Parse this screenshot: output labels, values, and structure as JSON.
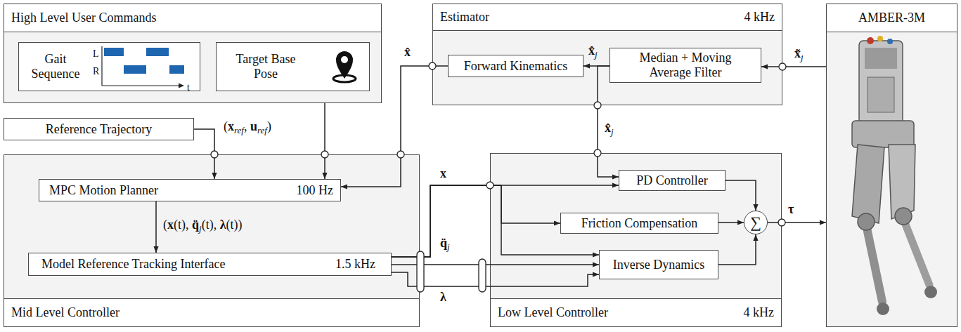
{
  "diagram": {
    "nodes": [
      {
        "text": [
          "High Level User Commands"
        ]
      },
      {
        "text": [
          "Gait Sequence"
        ],
        "in": 0
      },
      {
        "text": [
          "Target Base Pose"
        ],
        "in": 0
      },
      {
        "text": [
          "Estimator",
          "4 kHz"
        ]
      },
      {
        "text": [
          "Forward Kinematics"
        ],
        "in": 3
      },
      {
        "text": [
          "Median + Moving Average Filter"
        ],
        "in": 3
      },
      {
        "text": [
          "AMBER-3M"
        ]
      },
      {
        "text": [
          "Reference Trajectory"
        ]
      },
      {
        "text": [
          "Mid Level Controller"
        ]
      },
      {
        "text": [
          "MPC Motion Planner",
          "100 Hz"
        ],
        "in": 8
      },
      {
        "text": [
          "Model Reference Tracking Interface",
          "1.5 kHz"
        ],
        "in": 8
      },
      {
        "text": [
          "Low Level Controller",
          "4 kHz"
        ]
      },
      {
        "text": [
          "PD Controller"
        ],
        "in": 11
      },
      {
        "text": [
          "Friction Compensation"
        ],
        "in": 11
      },
      {
        "text": [
          "Inverse Dynamics"
        ],
        "in": 11
      },
      {
        "text": [
          "∑"
        ],
        "in": 11
      }
    ],
    "edges": [
      {
        "from": 7,
        "to": 9,
        "arrow": "to"
      },
      {
        "from": 0,
        "to": 9,
        "arrow": "to"
      },
      {
        "from": 4,
        "to": 9,
        "arrow": "to"
      },
      {
        "from": 9,
        "to": 10,
        "arrow": "to"
      },
      {
        "from": 6,
        "to": 5,
        "arrow": "to"
      },
      {
        "from": 5,
        "to": 4,
        "arrow": "to"
      },
      {
        "from": 5,
        "to": 12,
        "arrow": "to"
      },
      {
        "from": 10,
        "to": 12,
        "arrow": "to"
      },
      {
        "from": 10,
        "to": 13,
        "arrow": "to"
      },
      {
        "from": 10,
        "to": 14,
        "arrow": "to"
      },
      {
        "from": 10,
        "to": 14,
        "arrow": "to"
      },
      {
        "from": 10,
        "to": 14,
        "arrow": "to"
      },
      {
        "from": 12,
        "to": 15,
        "arrow": "to"
      },
      {
        "from": 13,
        "to": 15,
        "arrow": "to"
      },
      {
        "from": 14,
        "to": 15,
        "arrow": "to"
      },
      {
        "from": 15,
        "to": 6,
        "arrow": "to"
      }
    ],
    "labels": [
      "L",
      "R",
      "t",
      "x̂",
      "x̂",
      "j",
      "x̃",
      "j",
      "x̂",
      "j",
      "(",
      "x",
      "ref",
      ", ",
      "u",
      "ref",
      ")",
      "(",
      "x",
      "(t), ",
      "q̈",
      "j",
      "(t), ",
      "λ",
      "(t))",
      "x",
      "q̈",
      "j",
      "λ",
      "τ"
    ]
  }
}
